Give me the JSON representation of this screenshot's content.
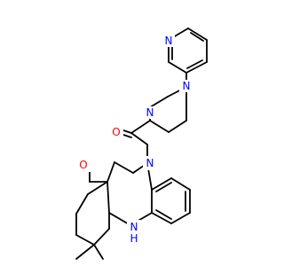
{
  "colors": {
    "bond": "#000000",
    "nitrogen": "#0000ff",
    "oxygen": "#ff0000",
    "background": "#ffffff"
  },
  "atoms": {
    "n_pyridine": "N",
    "n_piperazine_top": "N",
    "n_piperazine_amide": "N",
    "o_amide": "O",
    "n_diazepine": "N",
    "o_ketone": "O",
    "nh_diazepine": "N",
    "nh_hydrogen": "H"
  }
}
